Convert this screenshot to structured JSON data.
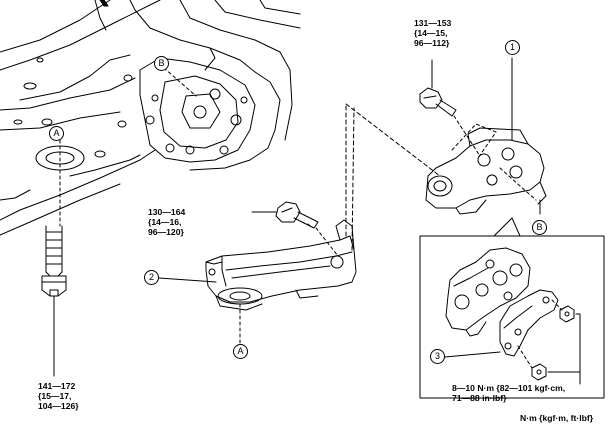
{
  "callouts": {
    "part1": "1",
    "part2": "2",
    "part3": "3",
    "refA_top": "A",
    "refA_bottom": "A",
    "refB_top": "B",
    "refB_bottom": "B"
  },
  "torques": {
    "bolt_top_right": "131—153\n{14—15,\n96—112}",
    "bolt_middle": "130—164\n{14—16,\n96—120}",
    "bolt_bottom_left": "141—172\n{15—17,\n104—126}",
    "nut_detail": "8—10 N·m {82—101 kgf·cm,\n71—88 in·lbf}"
  },
  "units_note": "N·m {kgf·m, ft·lbf}"
}
